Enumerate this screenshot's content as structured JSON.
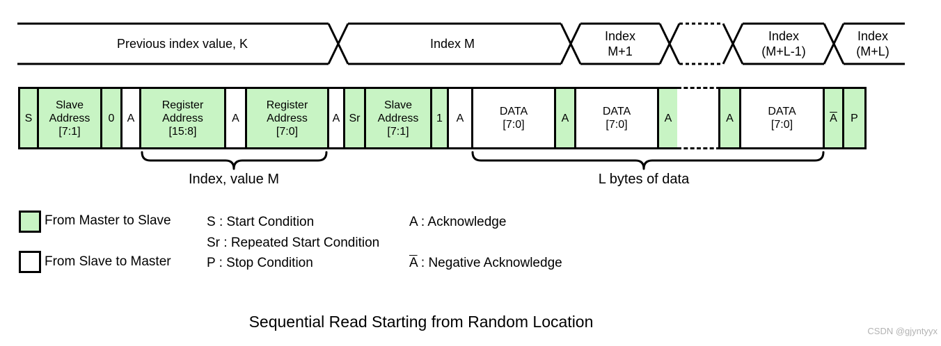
{
  "title": "Sequential Read Starting from Random Location",
  "watermark": "CSDN @gjyntyyx",
  "colors": {
    "line_black": "#000000",
    "master_fill": "#c8f4c4",
    "slave_fill": "#ffffff",
    "watermark_gray": "#b3b3b3"
  },
  "bus": {
    "segments": [
      {
        "line1": "Previous index value, K",
        "line2": ""
      },
      {
        "line1": "Index M",
        "line2": ""
      },
      {
        "line1": "Index",
        "line2": "M+1"
      },
      {
        "line1": "",
        "line2": ""
      },
      {
        "line1": "Index",
        "line2": "(M+L-1)"
      },
      {
        "line1": "Index",
        "line2": "(M+L)"
      }
    ]
  },
  "frame": {
    "boxes": [
      {
        "label": "S",
        "from": "master"
      },
      {
        "label": "Slave\nAddress\n[7:1]",
        "from": "master"
      },
      {
        "label": "0",
        "from": "master"
      },
      {
        "label": "A",
        "from": "slave"
      },
      {
        "label": "Register\nAddress\n[15:8]",
        "from": "master"
      },
      {
        "label": "A",
        "from": "slave"
      },
      {
        "label": "Register\nAddress\n[7:0]",
        "from": "master"
      },
      {
        "label": "A",
        "from": "slave"
      },
      {
        "label": "Sr",
        "from": "master"
      },
      {
        "label": "Slave\nAddress\n[7:1]",
        "from": "master"
      },
      {
        "label": "1",
        "from": "master"
      },
      {
        "label": "A",
        "from": "slave"
      },
      {
        "label": "DATA\n[7:0]",
        "from": "slave"
      },
      {
        "label": "A",
        "from": "master"
      },
      {
        "label": "DATA\n[7:0]",
        "from": "slave"
      },
      {
        "label": "A",
        "from": "master"
      },
      {
        "label": "",
        "from": "none"
      },
      {
        "label": "A",
        "from": "master"
      },
      {
        "label": "DATA\n[7:0]",
        "from": "slave"
      },
      {
        "label": "A",
        "from": "master",
        "overline": true
      },
      {
        "label": "P",
        "from": "master"
      }
    ]
  },
  "annotations": {
    "index_value": "Index, value M",
    "l_bytes": "L bytes of data"
  },
  "legend": {
    "master": "From Master to Slave",
    "slave": "From Slave to Master",
    "s_def": "S : Start Condition",
    "sr_def": "Sr : Repeated Start Condition",
    "p_def": "P : Stop Condition",
    "a_def": "A : Acknowledge",
    "na_symbol": "A",
    "na_rest": " : Negative Acknowledge"
  }
}
